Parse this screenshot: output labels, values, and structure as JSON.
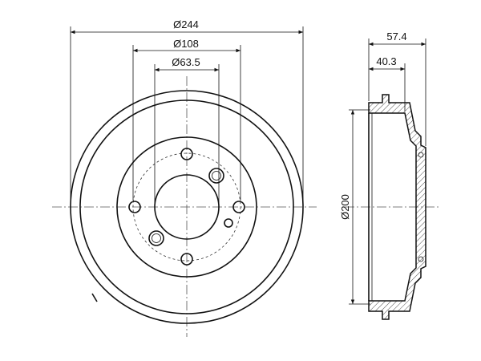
{
  "dimensions": {
    "outer_diameter": "Ø244",
    "bolt_circle": "Ø108",
    "center_bore": "Ø63.5",
    "overall_width": "57.4",
    "inner_depth": "40.3",
    "braking_diameter": "Ø200"
  }
}
